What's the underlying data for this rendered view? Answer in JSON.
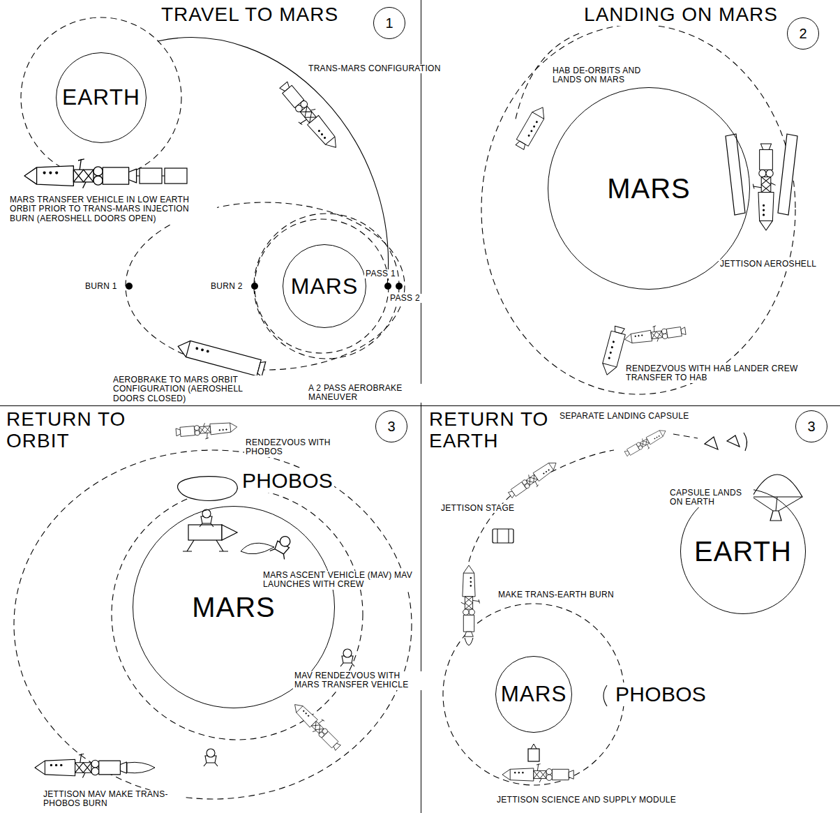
{
  "diagram": {
    "nodes": [
      {
        "text": [
          "TRAVEL TO MARS"
        ]
      },
      {
        "text": [
          "1"
        ],
        "in": 0
      },
      {
        "text": [
          "EARTH"
        ],
        "in": 0
      },
      {
        "text": [
          "MARS"
        ],
        "in": 0
      },
      {
        "text": [
          "LANDING ON MARS"
        ]
      },
      {
        "text": [
          "2"
        ],
        "in": 4
      },
      {
        "text": [
          "MARS"
        ],
        "in": 4
      },
      {
        "text": [
          "RETURN TO ORBIT"
        ]
      },
      {
        "text": [
          "3"
        ],
        "in": 7
      },
      {
        "text": [
          "MARS"
        ],
        "in": 7
      },
      {
        "text": [
          "RETURN TO EARTH"
        ]
      },
      {
        "text": [
          "3"
        ],
        "in": 10
      },
      {
        "text": [
          "EARTH"
        ],
        "in": 10
      },
      {
        "text": [
          "MARS"
        ],
        "in": 10
      }
    ],
    "labels": [
      "TRANS-MARS CONFIGURATION",
      "MARS TRANSFER VEHICLE IN LOW EARTH ORBIT PRIOR TO TRANS-MARS INJECTION BURN (AEROSHELL DOORS OPEN)",
      "BURN 1",
      "BURN 2",
      "PASS 1",
      "PASS 2",
      "AEROBRAKE TO MARS ORBIT CONFIGURATION (AEROSHELL DOORS CLOSED)",
      "A 2 PASS AEROBRAKE MANEUVER",
      "HAB DE-ORBITS AND LANDS ON MARS",
      "JETTISON AEROSHELL",
      "RENDEZVOUS WITH HAB LANDER CREW TRANSFER TO HAB",
      "RENDEZVOUS WITH PHOBOS",
      "PHOBOS",
      "MARS ASCENT VEHICLE (MAV) MAV LAUNCHES WITH CREW",
      "MAV RENDEZVOUS WITH MARS TRANSFER VEHICLE",
      "JETTISON MAV MAKE TRANS-PHOBOS BURN",
      "SEPARATE LANDING CAPSULE",
      "CAPSULE LANDS ON EARTH",
      "JETTISON STAGE",
      "MAKE TRANS-EARTH BURN",
      "PHOBOS",
      "JETTISON SCIENCE AND SUPPLY MODULE"
    ]
  }
}
